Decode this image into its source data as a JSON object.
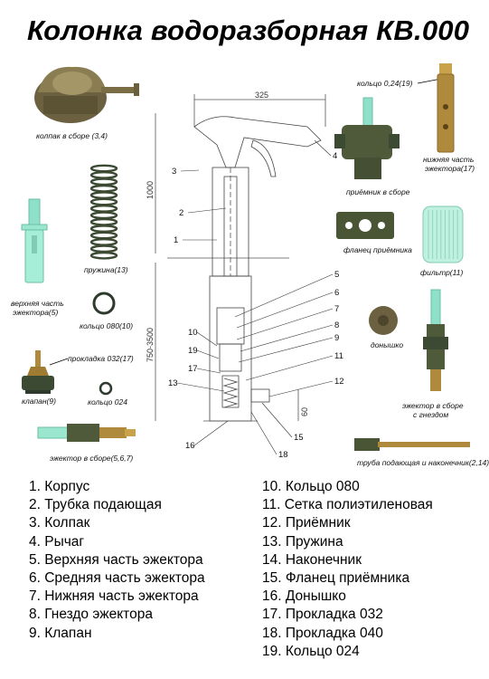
{
  "title": "Колонка водоразборная КВ.000",
  "captions": {
    "kolpak": "колпак в сборе (3,4)",
    "pruzhina": "пружина(13)",
    "verkh_1": "верхняя часть",
    "verkh_2": "эжектора(5)",
    "kolco080": "кольцо 080(10)",
    "prokladka": "прокладка 032(17)",
    "klapan": "клапан(9)",
    "kolco024": "кольцо 024",
    "ezhektor": "эжектор в сборе(5,6,7)",
    "kolco_top": "кольцо 0,24(19)",
    "nizh_1": "нижняя часть",
    "nizh_2": "эжектора(17)",
    "priemnik": "приёмник в сборе",
    "flanec": "фланец приёмника",
    "filtr": "фильтр(11)",
    "donyshko": "донышко",
    "ezh_gnezdo_1": "эжектор в сборе",
    "ezh_gnezdo_2": "с гнездом",
    "truba": "труба подающая и наконечник(2,14)"
  },
  "dimensions": {
    "width": "325",
    "height_top": "1000",
    "height_bottom": "750-3500",
    "small": "60"
  },
  "callouts": [
    "1",
    "2",
    "3",
    "4",
    "5",
    "6",
    "7",
    "8",
    "9",
    "10",
    "11",
    "12",
    "13",
    "15",
    "16",
    "17",
    "18",
    "19"
  ],
  "legend_left": [
    "1. Корпус",
    "2. Трубка подающая",
    "3. Колпак",
    "4. Рычаг",
    "5. Верхняя часть эжектора",
    "6. Средняя часть эжектора",
    "7. Нижняя часть эжектора",
    "8. Гнездо эжектора",
    "9. Клапан"
  ],
  "legend_right": [
    "10. Кольцо 080",
    "11. Сетка полиэтиленовая",
    "12. Приёмник",
    "13. Пружина",
    "14. Наконечник",
    "15. Фланец приёмника",
    "16. Донышко",
    "17. Прокладка 032",
    "18. Прокладка 040",
    "19. Кольцо 024"
  ],
  "colors": {
    "brass": "#b08a3c",
    "dark_green": "#4f5a3a",
    "mint": "#8fe0c8",
    "rubber": "#2f3a2e"
  }
}
